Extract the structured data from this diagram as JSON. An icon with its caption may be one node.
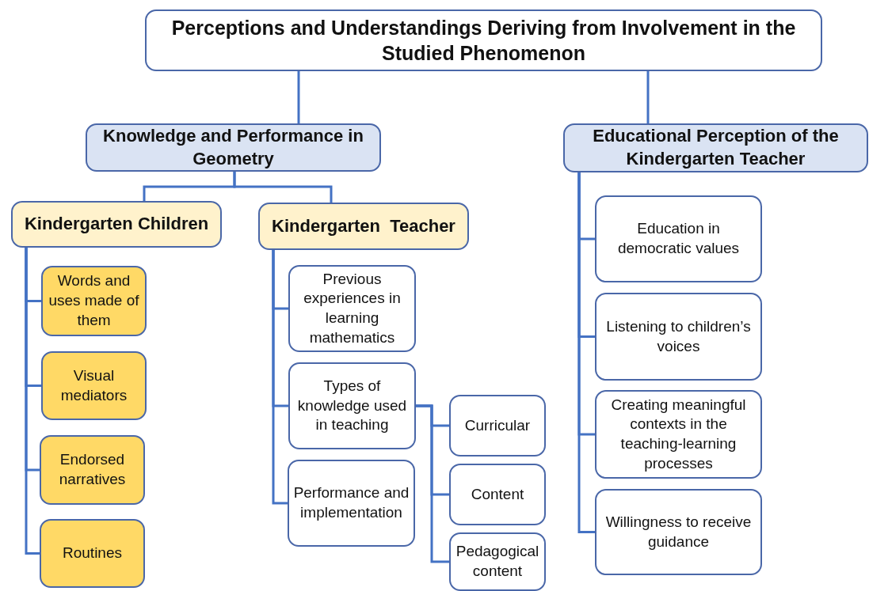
{
  "diagram": {
    "nodes": [
      {
        "text": [
          "Perceptions and Understandings Deriving from Involvement in the Studied Phenomenon"
        ]
      },
      {
        "text": [
          "Knowledge and Performance in Geometry"
        ]
      },
      {
        "text": [
          "Educational Perception of the Kindergarten Teacher"
        ]
      },
      {
        "text": [
          "Kindergarten Children"
        ]
      },
      {
        "text": [
          "Kindergarten  Teacher"
        ]
      },
      {
        "text": [
          "Words and uses made of them"
        ]
      },
      {
        "text": [
          "Visual mediators"
        ]
      },
      {
        "text": [
          "Endorsed narratives"
        ]
      },
      {
        "text": [
          "Routines"
        ]
      },
      {
        "text": [
          "Previous experiences in learning mathematics"
        ]
      },
      {
        "text": [
          "Types of knowledge used in teaching"
        ]
      },
      {
        "text": [
          "Performance and implementation"
        ]
      },
      {
        "text": [
          "Curricular"
        ]
      },
      {
        "text": [
          "Content"
        ]
      },
      {
        "text": [
          "Pedagogical content"
        ]
      },
      {
        "text": [
          "Education in democratic values"
        ]
      },
      {
        "text": [
          "Listening to children’s voices"
        ]
      },
      {
        "text": [
          "Creating meaningful contexts in the teaching-learning processes"
        ]
      },
      {
        "text": [
          "Willingness to receive guidance"
        ]
      }
    ],
    "edges": [
      {
        "from": 0,
        "to": 1,
        "arrow": "none"
      },
      {
        "from": 0,
        "to": 2,
        "arrow": "none"
      },
      {
        "from": 1,
        "to": 3,
        "arrow": "none"
      },
      {
        "from": 1,
        "to": 4,
        "arrow": "none"
      },
      {
        "from": 3,
        "to": 5,
        "arrow": "none"
      },
      {
        "from": 3,
        "to": 6,
        "arrow": "none"
      },
      {
        "from": 3,
        "to": 7,
        "arrow": "none"
      },
      {
        "from": 3,
        "to": 8,
        "arrow": "none"
      },
      {
        "from": 4,
        "to": 9,
        "arrow": "none"
      },
      {
        "from": 4,
        "to": 10,
        "arrow": "none"
      },
      {
        "from": 4,
        "to": 11,
        "arrow": "none"
      },
      {
        "from": 10,
        "to": 12,
        "arrow": "none"
      },
      {
        "from": 10,
        "to": 13,
        "arrow": "none"
      },
      {
        "from": 10,
        "to": 14,
        "arrow": "none"
      },
      {
        "from": 2,
        "to": 15,
        "arrow": "none"
      },
      {
        "from": 2,
        "to": 16,
        "arrow": "none"
      },
      {
        "from": 2,
        "to": 17,
        "arrow": "none"
      },
      {
        "from": 2,
        "to": 18,
        "arrow": "none"
      }
    ]
  }
}
